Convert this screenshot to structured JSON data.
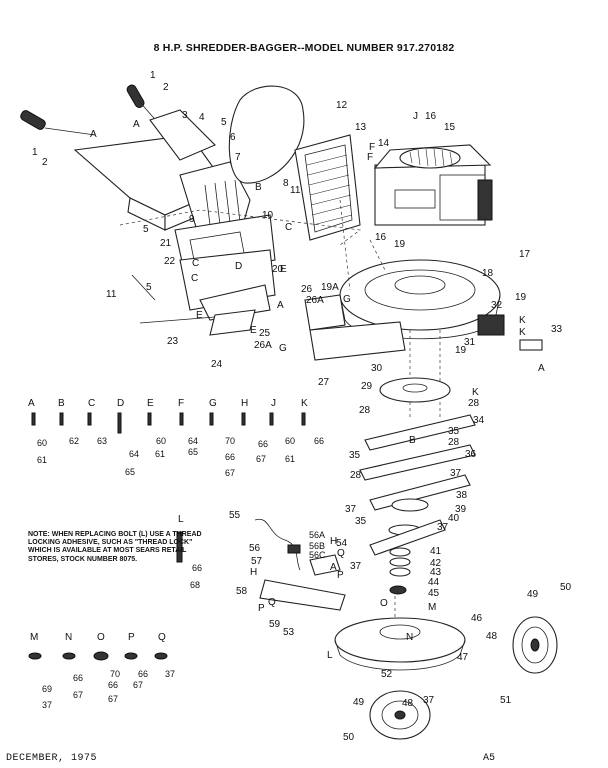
{
  "title": "8 H.P. SHREDDER-BAGGER--MODEL NUMBER 917.270182",
  "note": "NOTE: WHEN REPLACING BOLT (L) USE A THREAD LOCKING ADHESIVE, SUCH AS \"THREAD LOCK\" WHICH IS AVAILABLE AT MOST SEARS RETAIL STORES, STOCK NUMBER 8075.",
  "footer": {
    "date": "DECEMBER, 1975",
    "page": "A5"
  },
  "callouts": {
    "c1": "1",
    "c1b": "1",
    "c2": "2",
    "c2b": "2",
    "c3": "3",
    "c4": "4",
    "c5": "5",
    "c5b": "5",
    "c5c": "5",
    "c6": "6",
    "c7": "7",
    "c8": "8",
    "c9": "9",
    "c10": "10",
    "c11": "11",
    "c11b": "11",
    "c12": "12",
    "c13": "13",
    "c14": "14",
    "c15": "15",
    "c16": "16",
    "c16b": "16",
    "c17": "17",
    "c18": "18",
    "c19": "19",
    "c19b": "19",
    "c19c": "19",
    "c19a": "19A",
    "c20": "20",
    "c21": "21",
    "c22": "22",
    "c23": "23",
    "c24": "24",
    "c25": "25",
    "c26": "26",
    "c26a": "26A",
    "c26a2": "26A",
    "c27": "27",
    "c28": "28",
    "c28b": "28",
    "c28c": "28",
    "c28d": "28",
    "c29": "29",
    "c30": "30",
    "c31": "31",
    "c32": "32",
    "c33": "33",
    "c34": "34",
    "c35": "35",
    "c35b": "35",
    "c35c": "35",
    "c36": "36",
    "c37": "37",
    "c37b": "37",
    "c37c": "37",
    "c37d": "37",
    "c37e": "37",
    "c38": "38",
    "c39": "39",
    "c40": "40",
    "c41": "41",
    "c42": "42",
    "c43": "43",
    "c44": "44",
    "c45": "45",
    "c46": "46",
    "c47": "47",
    "c48": "48",
    "c48b": "48",
    "c49": "49",
    "c49b": "49",
    "c50": "50",
    "c50b": "50",
    "c51": "51",
    "c52": "52",
    "c53": "53",
    "c54": "54",
    "c55": "55",
    "c56": "56",
    "c56a": "56A",
    "c56b": "56B",
    "c56c": "56C",
    "c57": "57",
    "c58": "58",
    "c59": "59"
  },
  "letters": {
    "A1": "A",
    "A2": "A",
    "A3": "A",
    "A4": "A",
    "A5": "A",
    "B1": "B",
    "B2": "B",
    "C1": "C",
    "C2": "C",
    "C3": "C",
    "D1": "D",
    "E1": "E",
    "E2": "E",
    "E3": "E",
    "F1": "F",
    "F2": "F",
    "G1": "G",
    "G2": "G",
    "H1": "H",
    "H2": "H",
    "J1": "J",
    "K1": "K",
    "K2": "K",
    "K3": "K",
    "L1": "L",
    "M1": "M",
    "N1": "N",
    "O1": "O",
    "P1": "P",
    "P2": "P",
    "Q1": "Q",
    "Q2": "Q"
  },
  "hardware_row1": {
    "headers": [
      "A",
      "B",
      "C",
      "D",
      "E",
      "F",
      "G",
      "H",
      "J",
      "K"
    ],
    "labels": [
      "60",
      "61",
      "62",
      "63",
      "64",
      "61",
      "65",
      "60",
      "61",
      "64",
      "65",
      "70",
      "66",
      "67",
      "67",
      "66",
      "60",
      "61",
      "66",
      "65"
    ]
  },
  "hardware_L": {
    "header": "L",
    "labels": [
      "66",
      "68"
    ]
  },
  "hardware_row2": {
    "headers": [
      "M",
      "N",
      "O",
      "P",
      "Q"
    ],
    "labels": [
      "69",
      "37",
      "66",
      "67",
      "70",
      "66",
      "67",
      "67",
      "66",
      "37"
    ]
  }
}
